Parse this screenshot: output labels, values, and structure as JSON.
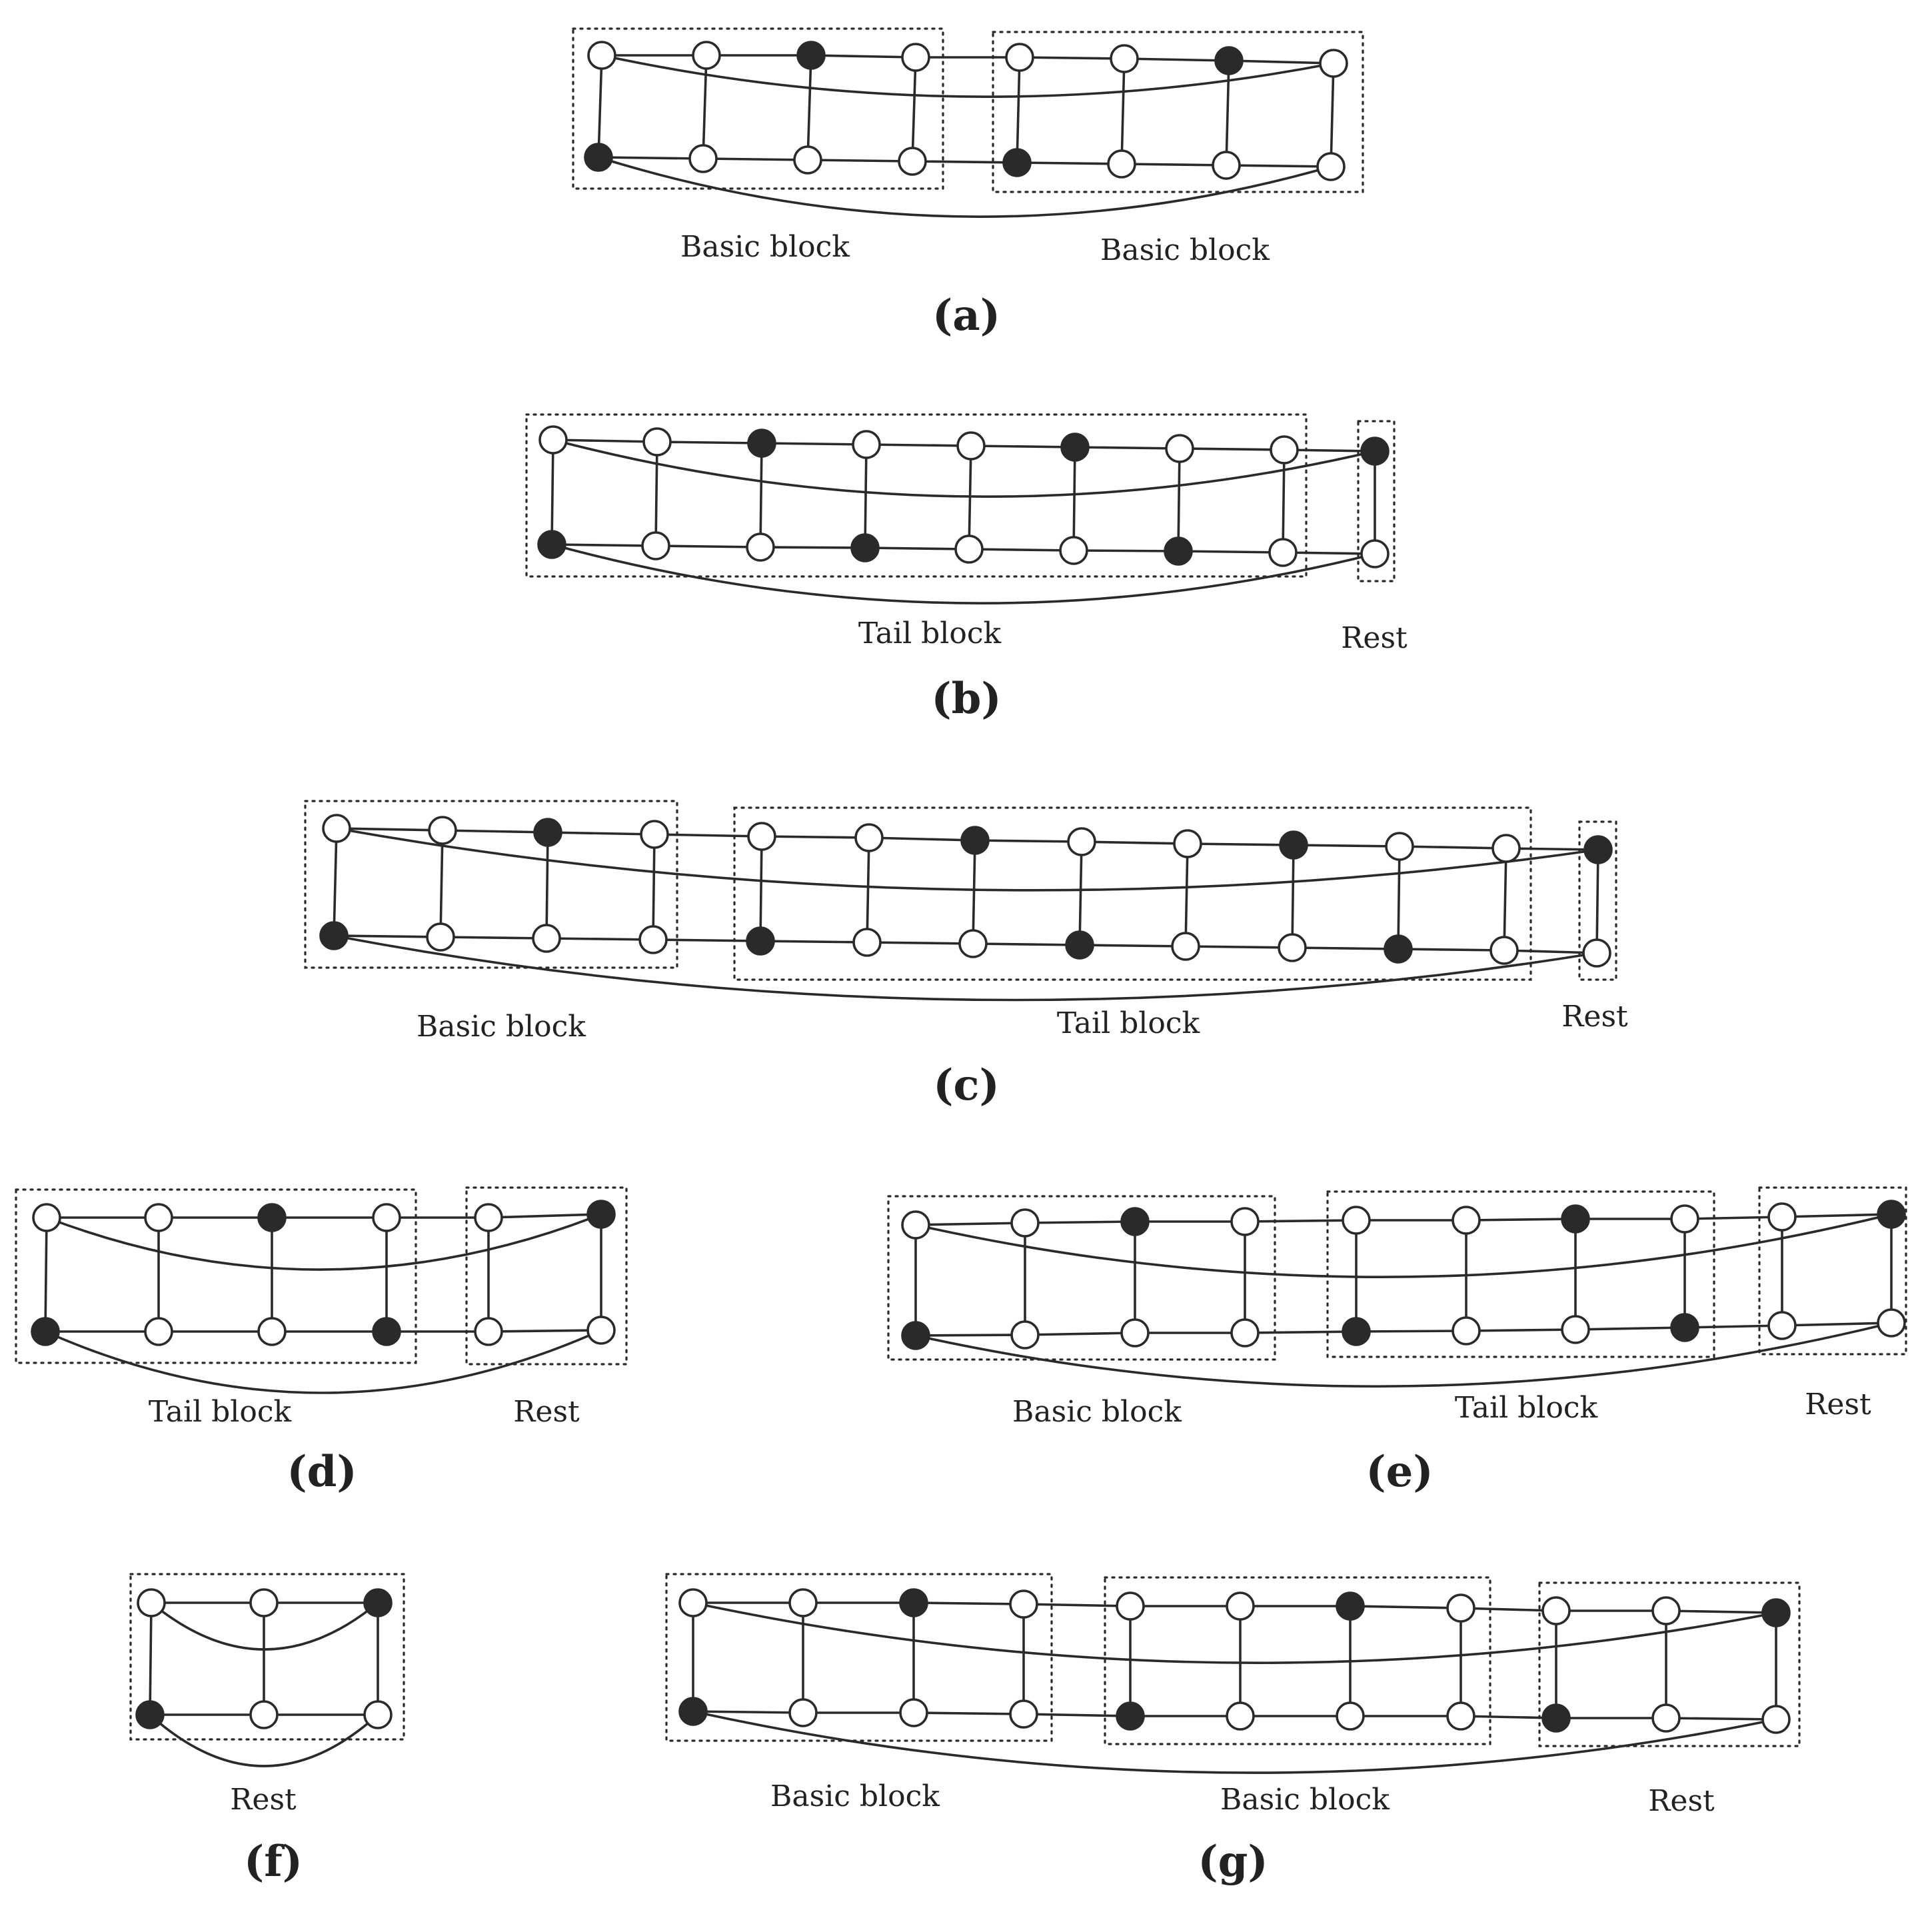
{
  "panels": [
    {
      "id": "a",
      "caption": "(a)",
      "blocks": [
        {
          "name": "basic-block",
          "label": "Basic block"
        },
        {
          "name": "basic-block",
          "label": "Basic block"
        }
      ],
      "top_colors": [
        "white",
        "white",
        "black",
        "white",
        "white",
        "white",
        "black",
        "white"
      ],
      "bottom_colors": [
        "black",
        "white",
        "white",
        "white",
        "black",
        "white",
        "white",
        "white"
      ]
    },
    {
      "id": "b",
      "caption": "(b)",
      "blocks": [
        {
          "name": "tail-block",
          "label": "Tail block"
        },
        {
          "name": "rest-block",
          "label": "Rest"
        }
      ],
      "top_colors": [
        "white",
        "white",
        "black",
        "white",
        "white",
        "black",
        "white",
        "white",
        "black"
      ],
      "bottom_colors": [
        "black",
        "white",
        "white",
        "black",
        "white",
        "white",
        "black",
        "white",
        "white"
      ]
    },
    {
      "id": "c",
      "caption": "(c)",
      "blocks": [
        {
          "name": "basic-block",
          "label": "Basic block"
        },
        {
          "name": "tail-block",
          "label": "Tail block"
        },
        {
          "name": "rest-block",
          "label": "Rest"
        }
      ],
      "top_colors": [
        "white",
        "white",
        "black",
        "white",
        "white",
        "white",
        "black",
        "white",
        "white",
        "black",
        "white",
        "white",
        "black"
      ],
      "bottom_colors": [
        "black",
        "white",
        "white",
        "white",
        "black",
        "white",
        "white",
        "black",
        "white",
        "white",
        "black",
        "white",
        "white"
      ]
    },
    {
      "id": "d",
      "caption": "(d)",
      "blocks": [
        {
          "name": "tail-block",
          "label": "Tail block"
        },
        {
          "name": "rest-block",
          "label": "Rest"
        }
      ],
      "top_colors": [
        "white",
        "white",
        "black",
        "white",
        "white",
        "black"
      ],
      "bottom_colors": [
        "black",
        "white",
        "white",
        "black",
        "white",
        "white"
      ]
    },
    {
      "id": "e",
      "caption": "(e)",
      "blocks": [
        {
          "name": "basic-block",
          "label": "Basic block"
        },
        {
          "name": "tail-block",
          "label": "Tail block"
        },
        {
          "name": "rest-block",
          "label": "Rest"
        }
      ],
      "top_colors": [
        "white",
        "white",
        "black",
        "white",
        "white",
        "white",
        "black",
        "white",
        "white",
        "black"
      ],
      "bottom_colors": [
        "black",
        "white",
        "white",
        "white",
        "black",
        "white",
        "white",
        "black",
        "white",
        "white"
      ]
    },
    {
      "id": "f",
      "caption": "(f)",
      "blocks": [
        {
          "name": "rest-block",
          "label": "Rest"
        }
      ],
      "top_colors": [
        "white",
        "white",
        "black"
      ],
      "bottom_colors": [
        "black",
        "white",
        "white"
      ]
    },
    {
      "id": "g",
      "caption": "(g)",
      "blocks": [
        {
          "name": "basic-block",
          "label": "Basic block"
        },
        {
          "name": "basic-block",
          "label": "Basic block"
        },
        {
          "name": "rest-block",
          "label": "Rest"
        }
      ],
      "top_colors": [
        "white",
        "white",
        "black",
        "white",
        "white",
        "white",
        "black",
        "white",
        "white",
        "white",
        "black"
      ],
      "bottom_colors": [
        "black",
        "white",
        "white",
        "white",
        "black",
        "white",
        "white",
        "white",
        "black",
        "white",
        "white"
      ]
    }
  ]
}
